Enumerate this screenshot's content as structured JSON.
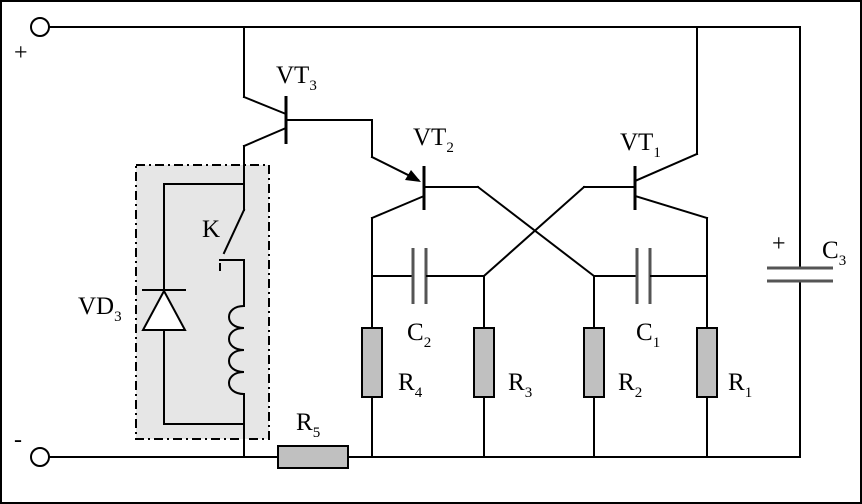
{
  "diagram": {
    "terminals": {
      "positive_sign": "+",
      "negative_sign": "-"
    },
    "components": {
      "vt3": {
        "label": "VT",
        "sub": "3"
      },
      "vt2": {
        "label": "VT",
        "sub": "2"
      },
      "vt1": {
        "label": "VT",
        "sub": "1"
      },
      "c3": {
        "label": "C",
        "sub": "3",
        "polarity": "+"
      },
      "c2": {
        "label": "C",
        "sub": "2"
      },
      "c1": {
        "label": "C",
        "sub": "1"
      },
      "r1": {
        "label": "R",
        "sub": "1"
      },
      "r2": {
        "label": "R",
        "sub": "2"
      },
      "r3": {
        "label": "R",
        "sub": "3"
      },
      "r4": {
        "label": "R",
        "sub": "4"
      },
      "r5": {
        "label": "R",
        "sub": "5"
      },
      "vd3": {
        "label": "VD",
        "sub": "3"
      },
      "k": {
        "label": "K"
      }
    },
    "colors": {
      "wire": "#000000",
      "resistor_fill": "#c0c0c0",
      "relay_box_fill": "#e6e6e6",
      "background": "#ffffff"
    }
  }
}
